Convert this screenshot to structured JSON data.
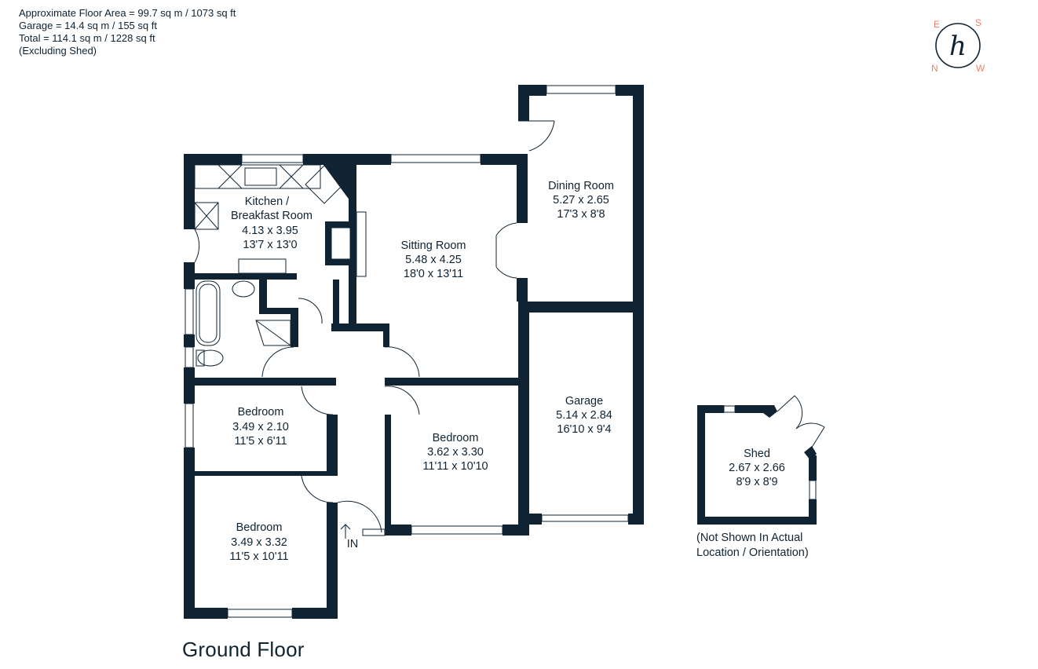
{
  "area_info": {
    "line1": "Approximate Floor Area = 99.7 sq m / 1073 sq ft",
    "line2": "Garage = 14.4 sq m / 155 sq ft",
    "line3": "Total = 114.1 sq m / 1228 sq ft",
    "line4": "(Excluding Shed)"
  },
  "compass": {
    "e": "E",
    "s": "S",
    "n": "N",
    "w": "W",
    "logo_letter": "h",
    "accent_color": "#f0806a"
  },
  "rooms": {
    "kitchen": {
      "name1": "Kitchen /",
      "name2": "Breakfast Room",
      "metric": "4.13 x 3.95",
      "imperial": "13'7 x 13'0"
    },
    "sitting": {
      "name": "Sitting Room",
      "metric": "5.48 x 4.25",
      "imperial": "18'0 x 13'11"
    },
    "dining": {
      "name": "Dining Room",
      "metric": "5.27 x 2.65",
      "imperial": "17'3 x 8'8"
    },
    "bedroom_small": {
      "name": "Bedroom",
      "metric": "3.49 x 2.10",
      "imperial": "11'5 x 6'11"
    },
    "bedroom_mid": {
      "name": "Bedroom",
      "metric": "3.62 x 3.30",
      "imperial": "11'11 x 10'10"
    },
    "bedroom_low": {
      "name": "Bedroom",
      "metric": "3.49 x 3.32",
      "imperial": "11'5 x 10'11"
    },
    "garage": {
      "name": "Garage",
      "metric": "5.14 x 2.84",
      "imperial": "16'10 x 9'4"
    },
    "shed": {
      "name": "Shed",
      "metric": "2.67 x 2.66",
      "imperial": "8'9 x 8'9"
    }
  },
  "entrance_label": "IN",
  "shed_note": {
    "line1": "(Not Shown In Actual",
    "line2": "Location / Orientation)"
  },
  "floor_title": "Ground Floor",
  "colors": {
    "wall": "#0f2333",
    "background": "#ffffff"
  }
}
